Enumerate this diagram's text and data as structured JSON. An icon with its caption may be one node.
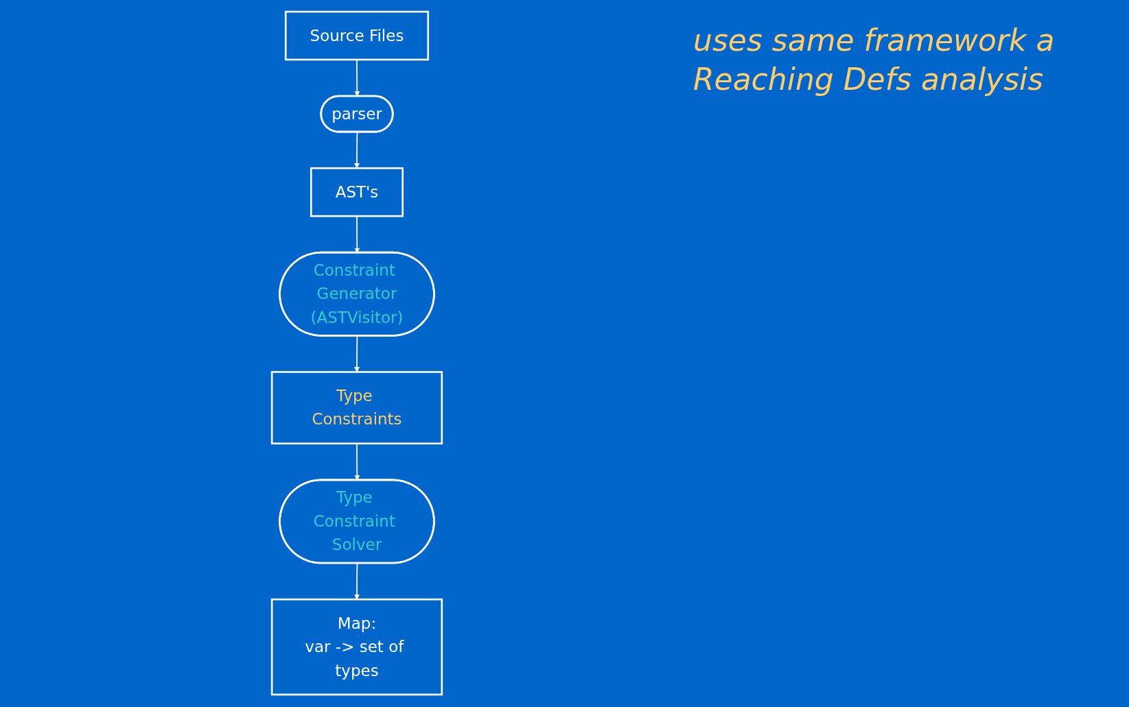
{
  "diagram": {
    "nodes": [
      {
        "text": [
          "Source Files"
        ]
      },
      {
        "text": [
          "parser"
        ]
      },
      {
        "text": [
          "AST's"
        ]
      },
      {
        "text": [
          "Constraint Generator",
          "(ASTVisitor)"
        ]
      },
      {
        "text": [
          "Type Constraints"
        ]
      },
      {
        "text": [
          "Type Constraint Solver"
        ]
      },
      {
        "text": [
          "Map:",
          "var -> set of types"
        ]
      }
    ],
    "edges": [
      {
        "from": 0,
        "to": 1,
        "arrow": "to"
      },
      {
        "from": 1,
        "to": 2,
        "arrow": "to"
      },
      {
        "from": 2,
        "to": 3,
        "arrow": "to"
      },
      {
        "from": 3,
        "to": 4,
        "arrow": "to"
      },
      {
        "from": 4,
        "to": 5,
        "arrow": "to"
      },
      {
        "from": 5,
        "to": 6,
        "arrow": "to"
      }
    ],
    "labels": [
      "uses same framework a Reaching Defs analysis"
    ]
  }
}
